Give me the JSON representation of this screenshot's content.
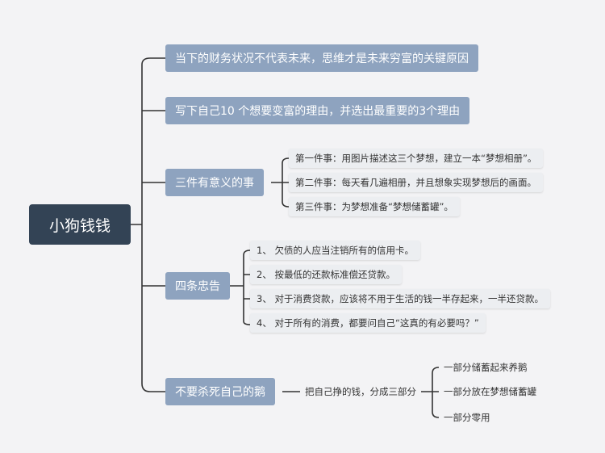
{
  "root": "小狗钱钱",
  "branches": [
    {
      "label": "当下的财务状况不代表未来，思维才是未来穷富的关键原因"
    },
    {
      "label": "写下自己10 个想要变富的理由，并选出最重要的3个理由"
    },
    {
      "label": "三件有意义的事",
      "children": [
        "第一件事：用图片描述这三个梦想，建立一本“梦想相册”。",
        "第二件事：每天看几遍相册，并且想象实现梦想后的画面。",
        "第三件事：为梦想准备“梦想储蓄罐”。"
      ]
    },
    {
      "label": "四条忠告",
      "children": [
        "1、 欠债的人应当注销所有的信用卡。",
        "2、 按最低的还款标准偿还贷款。",
        "3、 对于消费贷款，应该将不用于生活的钱一半存起来，一半还贷款。",
        "4、 对于所有的消费，都要问自己“这真的有必要吗？”"
      ]
    },
    {
      "label": "不要杀死自己的鹅",
      "middle": "把自己挣的钱，分成三部分",
      "children": [
        "一部分储蓄起来养鹅",
        "一部分放在梦想储蓄罐",
        "一部分零用"
      ]
    }
  ]
}
